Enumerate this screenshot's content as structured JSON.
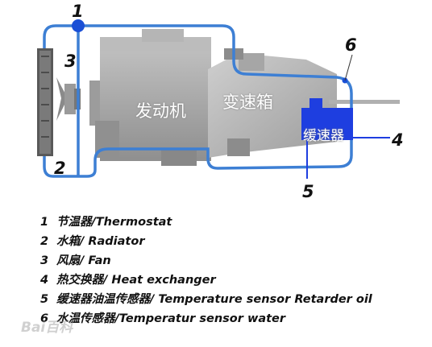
{
  "callouts": {
    "thermostat": "1",
    "fan": "3",
    "radiator": "2",
    "water_sensor": "6",
    "heat_exchanger": "4",
    "oil_sensor": "5"
  },
  "parts": {
    "engine": "发动机",
    "gearbox": "变速箱",
    "retarder": "缓速器"
  },
  "legend": [
    {
      "num": "1",
      "text": "节温器/Thermostat"
    },
    {
      "num": "2",
      "text": "水箱/ Radiator"
    },
    {
      "num": "3",
      "text": "风扇/ Fan"
    },
    {
      "num": "4",
      "text": "热交换器/ Heat exchanger"
    },
    {
      "num": "5",
      "text": "缓速器油温传感器/ Temperature sensor Retarder oil"
    },
    {
      "num": "6",
      "text": "水温传感器/Temperatur sensor water"
    }
  ],
  "watermark": "Bai百科",
  "colors": {
    "coolant_line": "#3d7fd4",
    "retarder_block": "#1e3ee0",
    "engine_grey": "#a9a9a9"
  }
}
